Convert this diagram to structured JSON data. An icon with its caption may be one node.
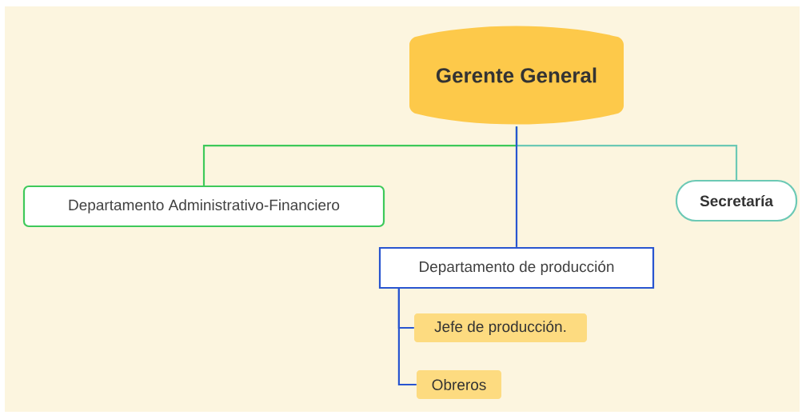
{
  "diagram": {
    "nodes": [
      {
        "text": [
          "Gerente General"
        ]
      },
      {
        "text": [
          "Departamento Administrativo-Financiero"
        ]
      },
      {
        "text": [
          "Secretaría"
        ]
      },
      {
        "text": [
          "Departamento de producción"
        ]
      },
      {
        "text": [
          "Jefe de producción."
        ]
      },
      {
        "text": [
          "Obreros"
        ]
      }
    ],
    "edges": [
      {
        "from": 0,
        "to": 1,
        "arrow": "none",
        "color": "#3ec95a"
      },
      {
        "from": 0,
        "to": 2,
        "arrow": "none",
        "color": "#6cc9b5"
      },
      {
        "from": 0,
        "to": 3,
        "arrow": "none"
      },
      {
        "from": 3,
        "to": 4,
        "arrow": "none"
      },
      {
        "from": 3,
        "to": 5,
        "arrow": "none"
      }
    ]
  }
}
